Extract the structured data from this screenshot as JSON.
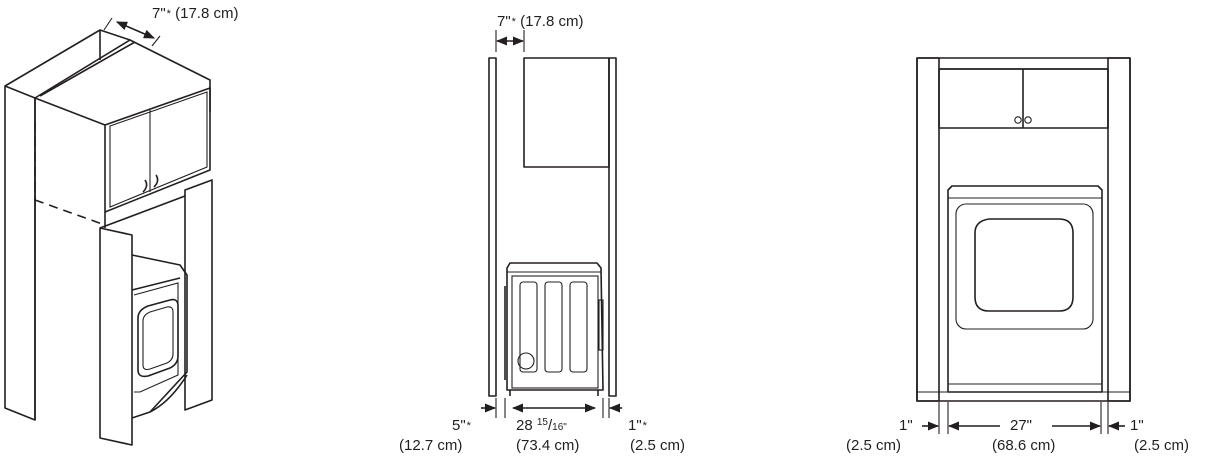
{
  "figures": {
    "iso": {
      "top_depth": "7\"",
      "top_depth_mark": "*",
      "top_depth_metric": "(17.8 cm)"
    },
    "side": {
      "top_depth": "7\"",
      "top_depth_mark": "*",
      "top_depth_metric": "(17.8 cm)",
      "rear_gap": "5\"",
      "rear_gap_mark": "*",
      "rear_gap_metric": "(12.7 cm)",
      "depth_whole": "28",
      "depth_num": "15",
      "depth_den": "16\"",
      "depth_metric": "(73.4 cm)",
      "front_gap": "1\"",
      "front_gap_mark": "*",
      "front_gap_metric": "(2.5 cm)"
    },
    "front": {
      "left_gap": "1\"",
      "left_gap_metric": "(2.5 cm)",
      "width": "27\"",
      "width_metric": "(68.6 cm)",
      "right_gap": "1\"",
      "right_gap_metric": "(2.5 cm)"
    }
  }
}
